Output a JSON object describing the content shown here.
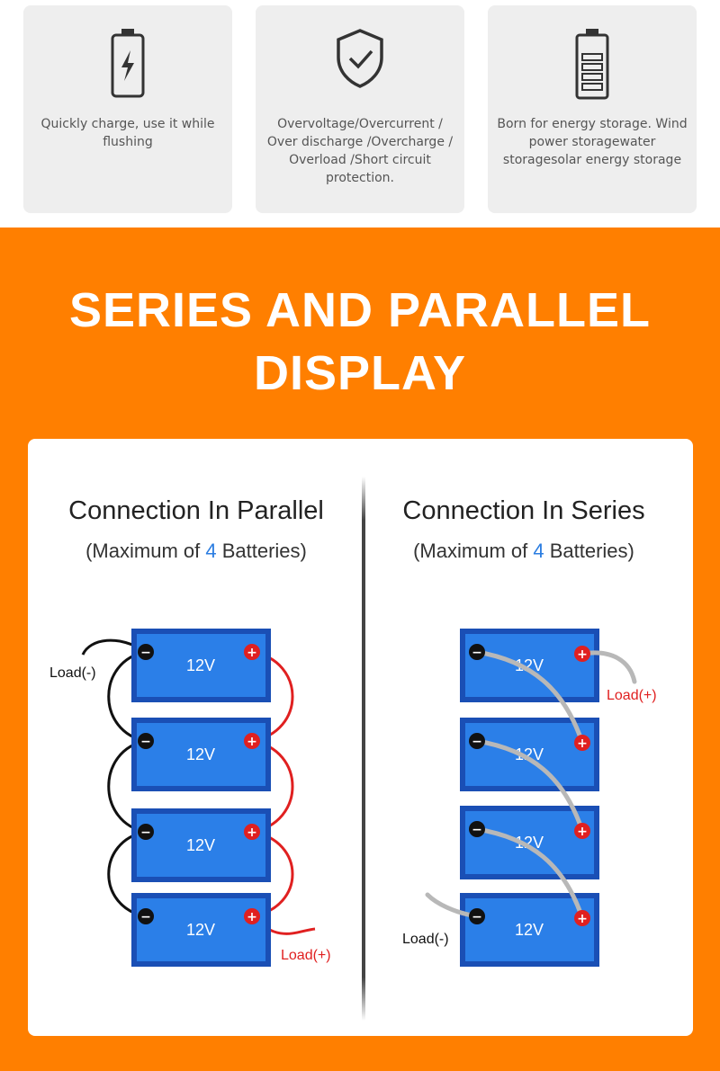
{
  "features": [
    {
      "icon": "battery-charge-icon",
      "text": "Quickly charge, use it while flushing"
    },
    {
      "icon": "shield-check-icon",
      "text": "Overvoltage/Overcurrent / Over discharge /Overcharge / Overload /Short circuit protection."
    },
    {
      "icon": "battery-storage-icon",
      "text": "Born for energy storage. Wind power storagewater storagesolar energy storage"
    }
  ],
  "headline": {
    "line1": "SERIES AND PARALLEL",
    "line2": "DISPLAY"
  },
  "parallel": {
    "title": "Connection In Parallel",
    "sub_before": "(Maximum of ",
    "sub_num": "4",
    "sub_after": " Batteries)",
    "voltage": "12V",
    "load_neg": "Load(-)",
    "load_pos": "Load(+)"
  },
  "series": {
    "title": "Connection In Series",
    "sub_before": "(Maximum of ",
    "sub_num": "4",
    "sub_after": " Batteries)",
    "voltage": "12V",
    "load_neg": "Load(-)",
    "load_pos": "Load(+)"
  },
  "colors": {
    "orange": "#ff7f00",
    "battery": "#2b7fe8",
    "battery_dark": "#1a4fb5",
    "red": "#e02020",
    "accent": "#2b7de1"
  }
}
